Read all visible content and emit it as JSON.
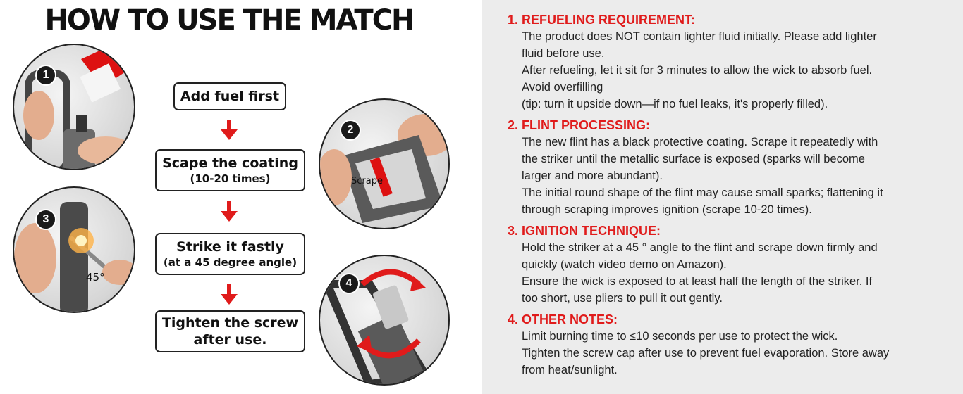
{
  "left": {
    "title": "HOW TO USE THE MATCH",
    "photos": [
      {
        "num": "1",
        "icon": "lighter-refuel-photo",
        "label": ""
      },
      {
        "num": "2",
        "icon": "lighter-scrape-photo",
        "label": "Scrape"
      },
      {
        "num": "3",
        "icon": "lighter-spark-photo",
        "label": "45°"
      },
      {
        "num": "4",
        "icon": "lighter-screw-photo",
        "label": ""
      }
    ],
    "steps": [
      {
        "main": "Add fuel first",
        "sub": ""
      },
      {
        "main": "Scape the coating",
        "sub": "(10-20 times)"
      },
      {
        "main": "Strike it fastly",
        "sub": "(at a 45 degree angle)"
      },
      {
        "main": "Tighten the screw",
        "sub": "after use."
      }
    ],
    "colors": {
      "arrow": "#e01b1b",
      "accent": "#e01b1b"
    }
  },
  "notes": [
    {
      "title": "1. REFUELING REQUIREMENT:",
      "lines": [
        "The product does NOT contain lighter fluid  initially. Please add lighter",
        "fluid before use.",
        "After refueling, let it sit for 3 minutes to allow the wick to absorb fuel.",
        "Avoid overfilling",
        "(tip: turn it upside down—if no fuel leaks, it's properly filled)."
      ]
    },
    {
      "title": "2. FLINT PROCESSING:",
      "lines": [
        "The new flint has a black protective coating. Scrape it repeatedly with",
        "the striker until the metallic surface is exposed (sparks will become",
        "larger and more abundant).",
        "The initial round shape of the flint may cause small sparks; flattening it",
        "through scraping improves ignition (scrape 10-20 times)."
      ]
    },
    {
      "title": "3. IGNITION TECHNIQUE:",
      "lines": [
        "Hold the striker at a 45  ° angle to the flint and scrape down firmly and",
        "quickly (watch video demo on Amazon).",
        "Ensure the wick is exposed to at least half the length of the striker. If",
        "too short, use pliers to pull it out gently."
      ]
    },
    {
      "title": "4. OTHER NOTES:",
      "lines": [
        "Limit burning time to ≤10 seconds per use to protect the wick.",
        "Tighten the screw cap after use to prevent fuel evaporation. Store away",
        "from heat/sunlight."
      ]
    }
  ]
}
